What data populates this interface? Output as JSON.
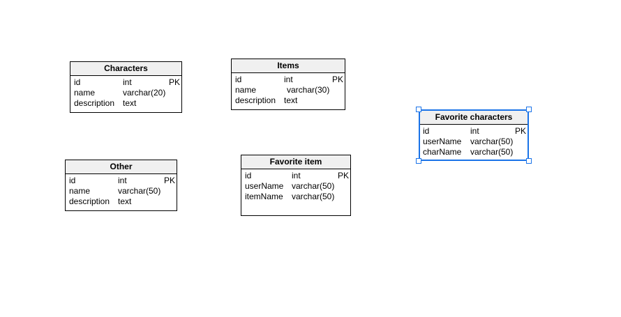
{
  "tables": {
    "characters": {
      "title": "Characters",
      "fields": [
        {
          "name": "id",
          "type": "int",
          "key": "PK"
        },
        {
          "name": "name",
          "type": "varchar(20)",
          "key": ""
        },
        {
          "name": "description",
          "type": "text",
          "key": ""
        }
      ]
    },
    "items": {
      "title": "Items",
      "fields": [
        {
          "name": "id",
          "type": "int",
          "key": "PK"
        },
        {
          "name": "name",
          "type": "varchar(30)",
          "key": ""
        },
        {
          "name": "description",
          "type": "text",
          "key": ""
        }
      ]
    },
    "favorite_characters": {
      "title": "Favorite characters",
      "fields": [
        {
          "name": "id",
          "type": "int",
          "key": "PK"
        },
        {
          "name": "userName",
          "type": "varchar(50)",
          "key": ""
        },
        {
          "name": "charName",
          "type": "varchar(50)",
          "key": ""
        }
      ]
    },
    "other": {
      "title": "Other",
      "fields": [
        {
          "name": "id",
          "type": "int",
          "key": "PK"
        },
        {
          "name": "name",
          "type": "varchar(50)",
          "key": ""
        },
        {
          "name": "description",
          "type": "text",
          "key": ""
        }
      ]
    },
    "favorite_item": {
      "title": "Favorite item",
      "fields": [
        {
          "name": "id",
          "type": "int",
          "key": "PK"
        },
        {
          "name": "userName",
          "type": "varchar(50)",
          "key": ""
        },
        {
          "name": "itemName",
          "type": "varchar(50)",
          "key": ""
        }
      ]
    }
  },
  "colors": {
    "selection": "#1a73e8",
    "header_bg": "#f0f0f0",
    "border": "#000000"
  }
}
